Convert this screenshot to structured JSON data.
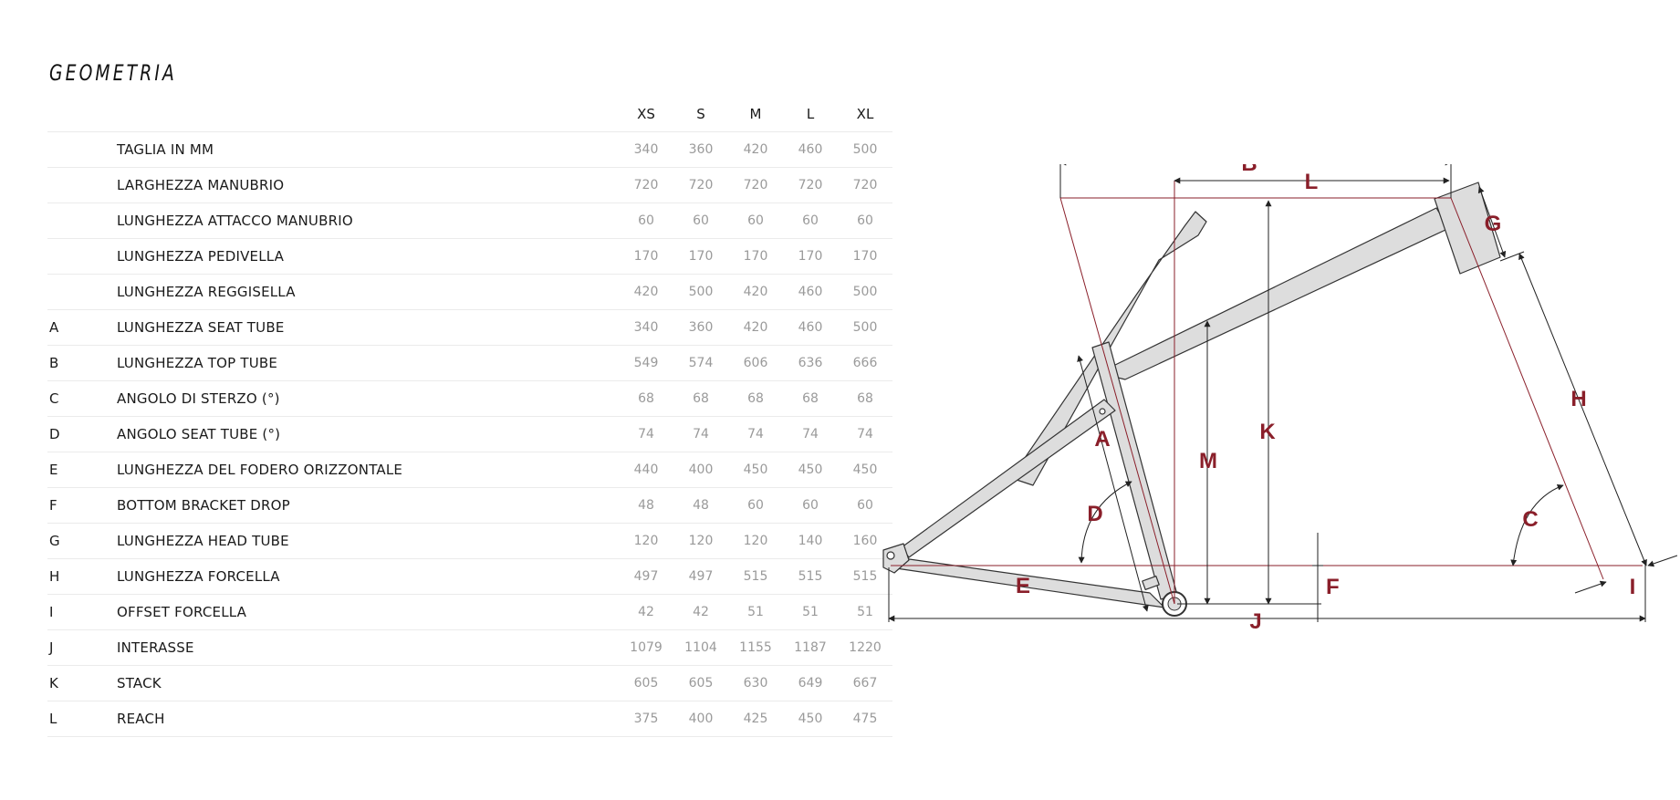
{
  "page": {
    "title": "GEOMETRIA"
  },
  "sizes": [
    "XS",
    "S",
    "M",
    "L",
    "XL"
  ],
  "rows": [
    {
      "letter": "",
      "label": "TAGLIA IN MM",
      "values": [
        "340",
        "360",
        "420",
        "460",
        "500"
      ]
    },
    {
      "letter": "",
      "label": "LARGHEZZA MANUBRIO",
      "values": [
        "720",
        "720",
        "720",
        "720",
        "720"
      ]
    },
    {
      "letter": "",
      "label": "LUNGHEZZA ATTACCO MANUBRIO",
      "values": [
        "60",
        "60",
        "60",
        "60",
        "60"
      ]
    },
    {
      "letter": "",
      "label": "LUNGHEZZA PEDIVELLA",
      "values": [
        "170",
        "170",
        "170",
        "170",
        "170"
      ]
    },
    {
      "letter": "",
      "label": "LUNGHEZZA REGGISELLA",
      "values": [
        "420",
        "500",
        "420",
        "460",
        "500"
      ]
    },
    {
      "letter": "A",
      "label": "LUNGHEZZA SEAT TUBE",
      "values": [
        "340",
        "360",
        "420",
        "460",
        "500"
      ]
    },
    {
      "letter": "B",
      "label": "LUNGHEZZA TOP TUBE",
      "values": [
        "549",
        "574",
        "606",
        "636",
        "666"
      ]
    },
    {
      "letter": "C",
      "label": "ANGOLO DI STERZO (°)",
      "values": [
        "68",
        "68",
        "68",
        "68",
        "68"
      ]
    },
    {
      "letter": "D",
      "label": "ANGOLO SEAT TUBE (°)",
      "values": [
        "74",
        "74",
        "74",
        "74",
        "74"
      ]
    },
    {
      "letter": "E",
      "label": "LUNGHEZZA DEL FODERO ORIZZONTALE",
      "values": [
        "440",
        "400",
        "450",
        "450",
        "450"
      ]
    },
    {
      "letter": "F",
      "label": "BOTTOM BRACKET DROP",
      "values": [
        "48",
        "48",
        "60",
        "60",
        "60"
      ]
    },
    {
      "letter": "G",
      "label": "LUNGHEZZA HEAD TUBE",
      "values": [
        "120",
        "120",
        "120",
        "140",
        "160"
      ]
    },
    {
      "letter": "H",
      "label": "LUNGHEZZA FORCELLA",
      "values": [
        "497",
        "497",
        "515",
        "515",
        "515"
      ]
    },
    {
      "letter": "I",
      "label": "OFFSET FORCELLA",
      "values": [
        "42",
        "42",
        "51",
        "51",
        "51"
      ]
    },
    {
      "letter": "J",
      "label": "INTERASSE",
      "values": [
        "1079",
        "1104",
        "1155",
        "1187",
        "1220"
      ]
    },
    {
      "letter": "K",
      "label": "STACK",
      "values": [
        "605",
        "605",
        "630",
        "649",
        "667"
      ]
    },
    {
      "letter": "L",
      "label": "REACH",
      "values": [
        "375",
        "400",
        "425",
        "450",
        "475"
      ]
    }
  ],
  "diagram": {
    "labels": {
      "A": "A",
      "B": "B",
      "C": "C",
      "D": "D",
      "E": "E",
      "F": "F",
      "G": "G",
      "H": "H",
      "I": "I",
      "J": "J",
      "K": "K",
      "L": "L",
      "M": "M"
    },
    "colors": {
      "accent": "#8a1f2a",
      "frame_fill": "#dddddd",
      "frame_stroke": "#333333"
    }
  }
}
